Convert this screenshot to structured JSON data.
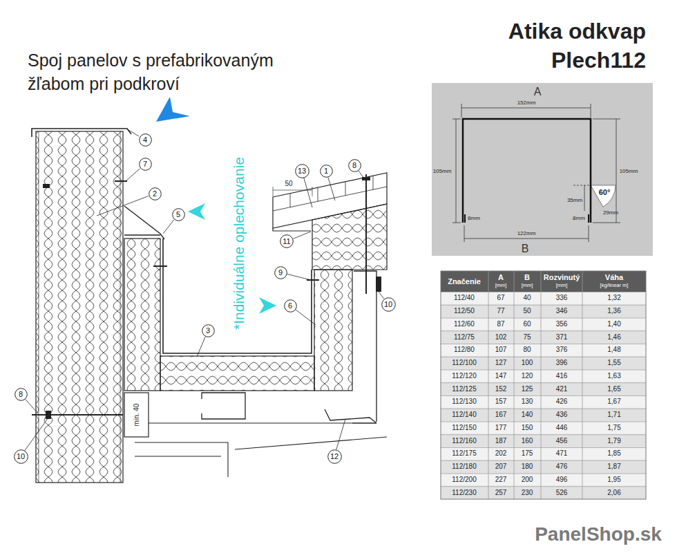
{
  "diagram": {
    "title": "Atika odkvap Plech112",
    "nodes": [
      {
        "text": [
          "4"
        ]
      },
      {
        "text": [
          "7"
        ]
      },
      {
        "text": [
          "2"
        ]
      },
      {
        "text": [
          "5"
        ]
      },
      {
        "text": [
          "13"
        ]
      },
      {
        "text": [
          "1"
        ]
      },
      {
        "text": [
          "8"
        ]
      },
      {
        "text": [
          "11"
        ]
      },
      {
        "text": [
          "9"
        ]
      },
      {
        "text": [
          "6"
        ]
      },
      {
        "text": [
          "3"
        ]
      },
      {
        "text": [
          "10"
        ]
      },
      {
        "text": [
          "8"
        ]
      },
      {
        "text": [
          "10"
        ]
      },
      {
        "text": [
          "12"
        ]
      }
    ],
    "labels": [
      "Spoj panelov s prefabrikovaným žľabom pri podkroví",
      "*Individuálne oplechovanie",
      "50",
      "min. 40",
      "A",
      "152mm",
      "105mm",
      "105mm",
      "60°",
      "35mm",
      "29mm",
      "8mm",
      "8mm",
      "122mm",
      "B",
      "Značenie",
      "A",
      "[mm]",
      "B",
      "[mm]",
      "Rozvinutý",
      "[mm]",
      "Váha",
      "[kg/linear m]",
      "112/40",
      "67",
      "40",
      "336",
      "1,32",
      "112/50",
      "77",
      "50",
      "346",
      "1,36",
      "112/60",
      "87",
      "60",
      "356",
      "1,40",
      "112/75",
      "102",
      "75",
      "371",
      "1,46",
      "112/80",
      "107",
      "80",
      "376",
      "1,48",
      "112/100",
      "127",
      "100",
      "396",
      "1,55",
      "112/120",
      "147",
      "120",
      "416",
      "1,63",
      "112/125",
      "152",
      "125",
      "421",
      "1,65",
      "112/130",
      "157",
      "130",
      "426",
      "1,67",
      "112/140",
      "167",
      "140",
      "436",
      "1,71",
      "112/150",
      "177",
      "150",
      "446",
      "1,75",
      "112/160",
      "187",
      "160",
      "456",
      "1,79",
      "112/175",
      "202",
      "175",
      "471",
      "1,85",
      "112/180",
      "207",
      "180",
      "476",
      "1,87",
      "112/200",
      "227",
      "200",
      "496",
      "1,95",
      "112/230",
      "257",
      "230",
      "526",
      "2,06",
      "PanelShop.sk"
    ]
  }
}
